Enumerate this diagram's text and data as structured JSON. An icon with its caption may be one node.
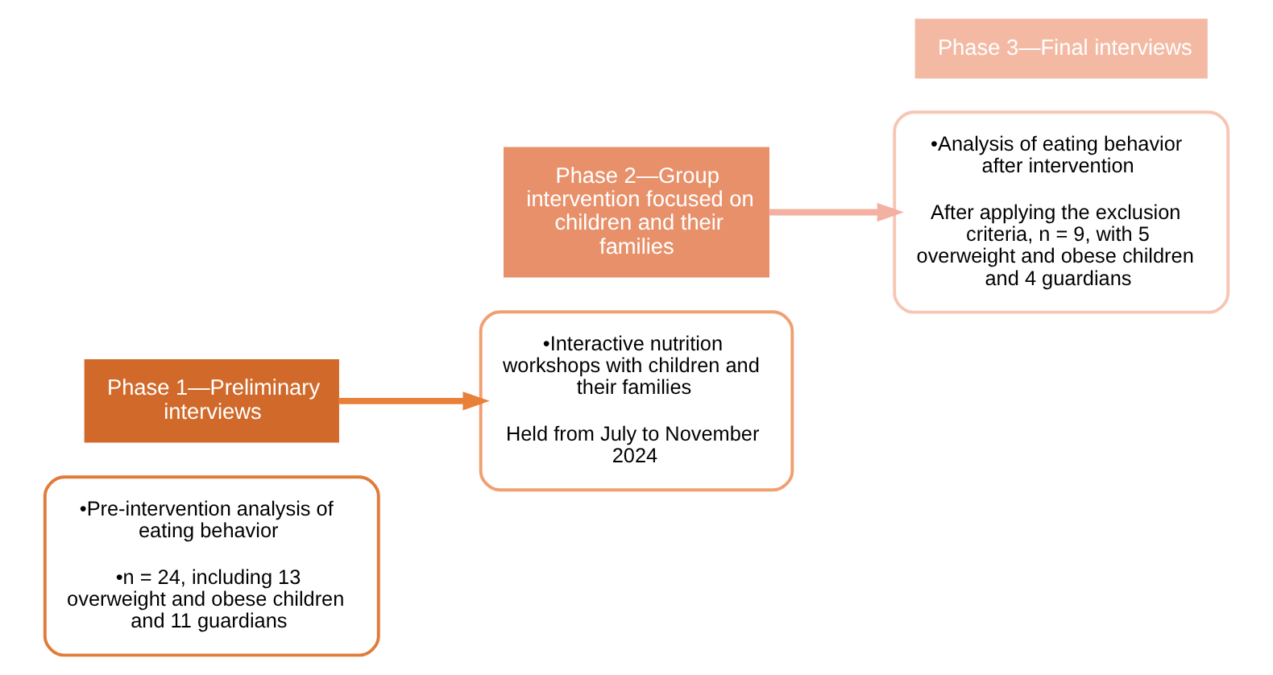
{
  "diagram": {
    "nodes": [
      {
        "text": [
          "•Pre-intervention analysis of eating behavior",
          "•n = 24, including 13 overweight and obese children and 11 guardians"
        ]
      },
      {
        "text": [
          "Phase 1—Preliminary interviews"
        ]
      },
      {
        "text": [
          "•Interactive nutrition workshops with children and their families",
          "Held from July to November 2024"
        ]
      },
      {
        "text": [
          "Phase 2—Group intervention focused on children and their families"
        ]
      },
      {
        "text": [
          "•Analysis of eating behavior after intervention",
          "After applying the exclusion criteria, n = 9, with 5 overweight and obese children and 4 guardians"
        ]
      },
      {
        "text": [
          "Phase 3—Final interviews"
        ]
      }
    ],
    "edges": [
      {
        "from": 1,
        "to": 2,
        "arrow": "to",
        "color": "#e8803a"
      },
      {
        "from": 3,
        "to": 4,
        "arrow": "to",
        "color": "#f4b0a0"
      }
    ]
  }
}
